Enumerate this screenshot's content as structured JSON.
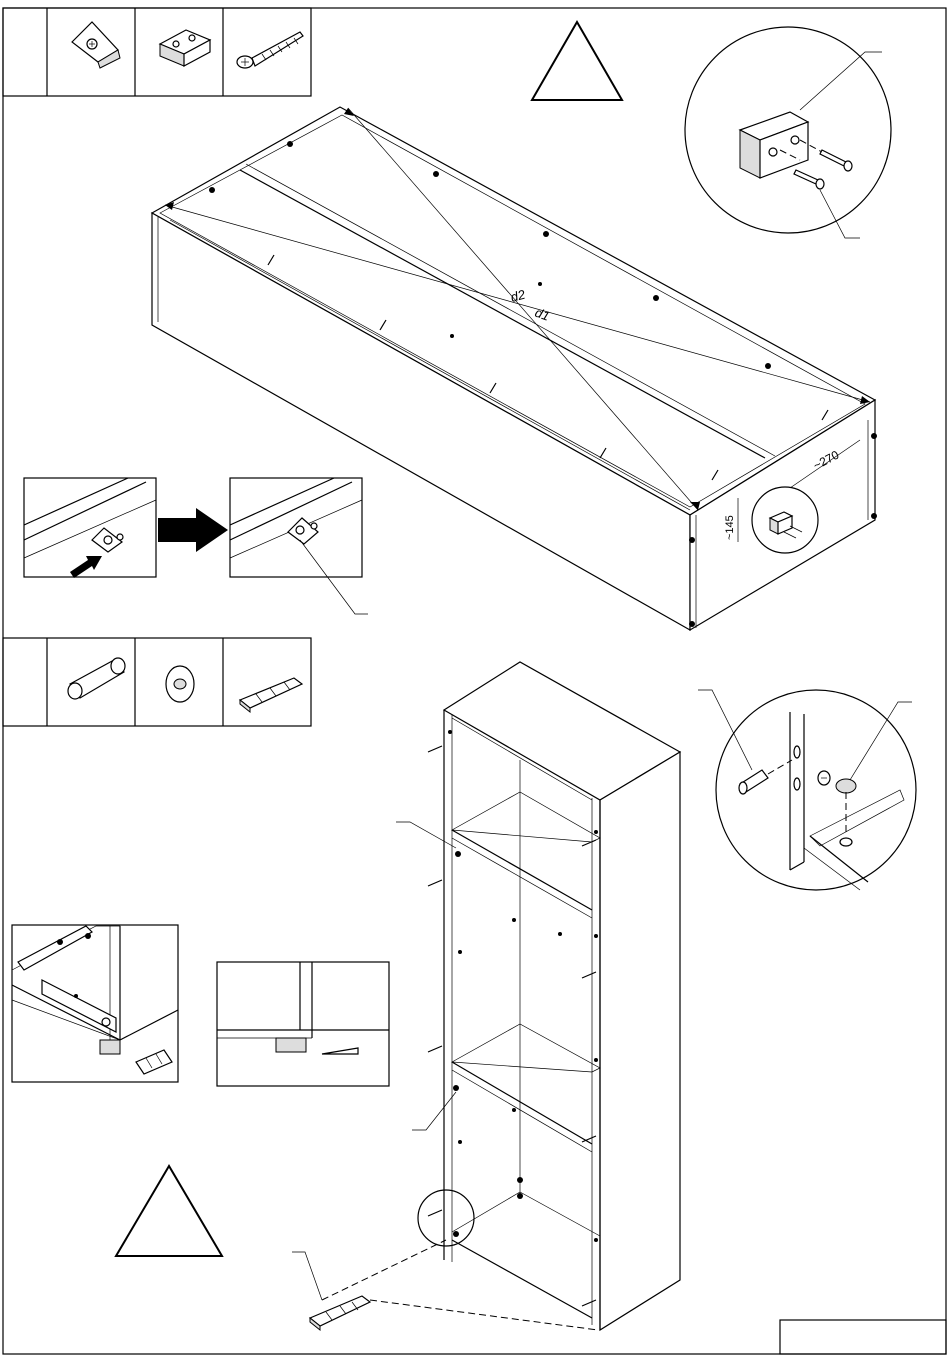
{
  "dimensions": {
    "diagonal_1": "d1",
    "diagonal_2": "d2",
    "width": "~270",
    "height": "~145"
  },
  "icons": {
    "warning": "warning-triangle-icon",
    "direction": "arrow-right-icon",
    "push": "arrow-up-left-icon"
  },
  "colors": {
    "line": "#000000",
    "background": "#ffffff",
    "shade": "#dddddd"
  }
}
